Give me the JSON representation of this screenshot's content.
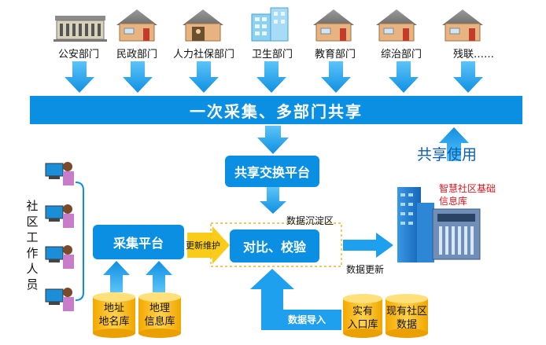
{
  "departments": [
    {
      "label": "公安部门"
    },
    {
      "label": "民政部门"
    },
    {
      "label": "人力社保部门"
    },
    {
      "label": "卫生部门"
    },
    {
      "label": "教育部门"
    },
    {
      "label": "综治部门"
    },
    {
      "label": "残联……"
    }
  ],
  "banner": {
    "text": "一次采集、多部门共享"
  },
  "shared_use": {
    "text": "共享使用"
  },
  "exchange_platform": {
    "label": "共享交换平台"
  },
  "precipitation_area": {
    "label": "数据沉淀区"
  },
  "collection_platform": {
    "label": "采集平台"
  },
  "update_maintain": {
    "label": "更新维护"
  },
  "compare_verify": {
    "label": "对比、校验"
  },
  "data_update": {
    "label": "数据更新"
  },
  "data_import": {
    "label": "数据导入"
  },
  "community_workers": {
    "label": "社区工作人员"
  },
  "smart_db": {
    "line1": "智慧社区基础",
    "line2": "信息库"
  },
  "databases_left": [
    {
      "line1": "地址",
      "line2": "地名库"
    },
    {
      "line1": "地理",
      "line2": "信息库"
    }
  ],
  "databases_right": [
    {
      "line1": "实有",
      "line2": "入口库"
    },
    {
      "line1": "现有社区",
      "line2": "数据"
    }
  ],
  "colors": {
    "primary_blue": "#0b8fe3",
    "arrow_blue": "#1ea0ee",
    "cylinder_yellow": "#f7bd22",
    "update_arrow": "#f7c600",
    "red": "#d9141b"
  }
}
